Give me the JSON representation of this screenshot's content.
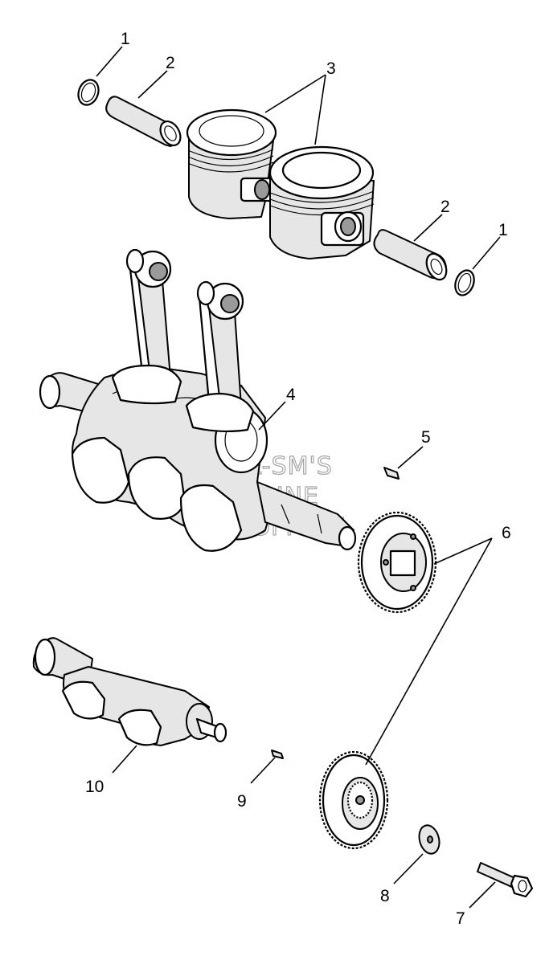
{
  "callouts": {
    "c1a": "1",
    "c2a": "2",
    "c3": "3",
    "c2b": "2",
    "c1b": "1",
    "c4": "4",
    "c5": "5",
    "c6": "6",
    "c10": "10",
    "c9": "9",
    "c8": "8",
    "c7": "7"
  },
  "watermark": {
    "line1": "HL-SM'S",
    "line2": "ONLINE",
    "line3": "MICROFICHE"
  }
}
